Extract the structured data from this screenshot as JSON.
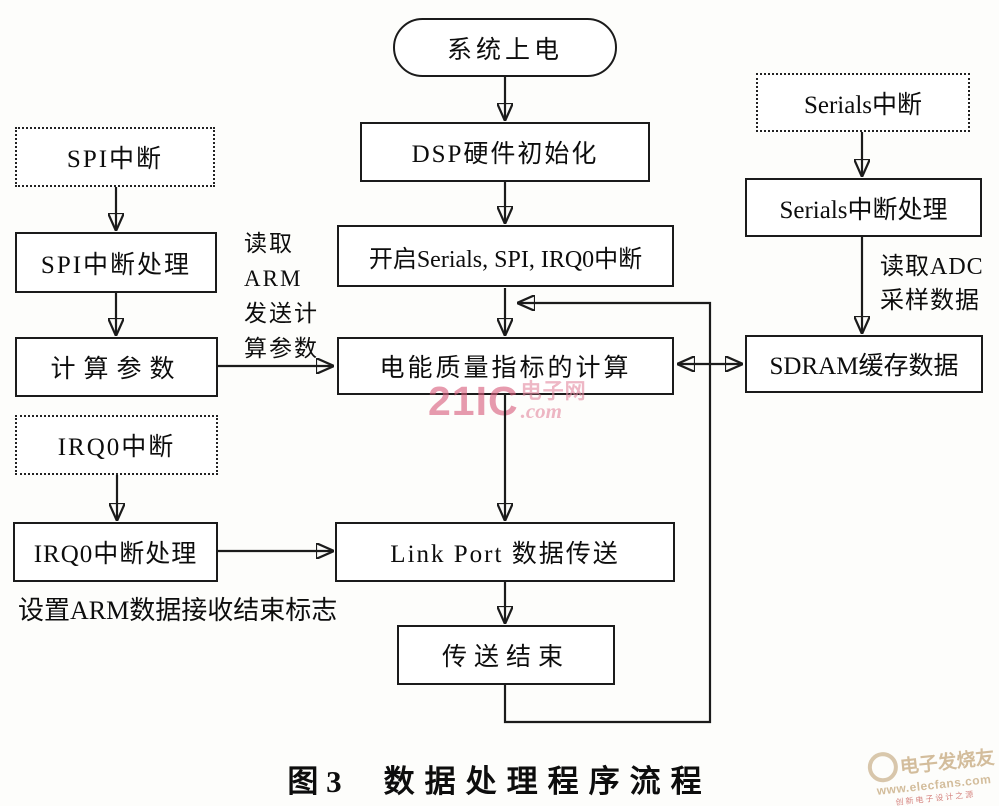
{
  "figure": {
    "caption_fig": "图 3",
    "caption_title": "数据处理程序流程"
  },
  "nodes": {
    "start": {
      "label": "系统上电"
    },
    "dsp_init": {
      "label": "DSP硬件初始化"
    },
    "enable_int": {
      "label": "开启Serials, SPI, IRQ0中断"
    },
    "pq_calc": {
      "label": "电能质量指标的计算"
    },
    "link_port": {
      "label": "Link Port 数据传送"
    },
    "transfer_end": {
      "label": "传送结束"
    },
    "spi_int": {
      "label": "SPI中断"
    },
    "spi_handler": {
      "label": "SPI中断处理"
    },
    "calc_params": {
      "label": "计算参数"
    },
    "irq0_int": {
      "label": "IRQ0中断"
    },
    "irq0_handler": {
      "label": "IRQ0中断处理"
    },
    "serials_int": {
      "label": "Serials中断"
    },
    "serials_handler": {
      "label": "Serials中断处理"
    },
    "sdram_buffer": {
      "label": "SDRAM缓存数据"
    }
  },
  "edge_labels": {
    "read_arm": {
      "line1": "读取",
      "line2": "ARM",
      "line3": "发送计",
      "line4": "算参数"
    },
    "read_adc": {
      "line1": "读取ADC",
      "line2": "采样数据"
    },
    "set_arm_flag": {
      "text": "设置ARM数据接收结束标志"
    }
  },
  "watermarks": {
    "center": {
      "big": "21IC",
      "site": "电子网",
      "com": ".com"
    },
    "corner": {
      "title": "电子发烧友",
      "url": "www.elecfans.com",
      "tagline": "创新电子设计之源"
    }
  },
  "colors": {
    "line": "#1b1b1b",
    "watermark_pink": "#d95f7e",
    "watermark_tan": "#c2a375",
    "watermark_red": "#c4504a"
  }
}
